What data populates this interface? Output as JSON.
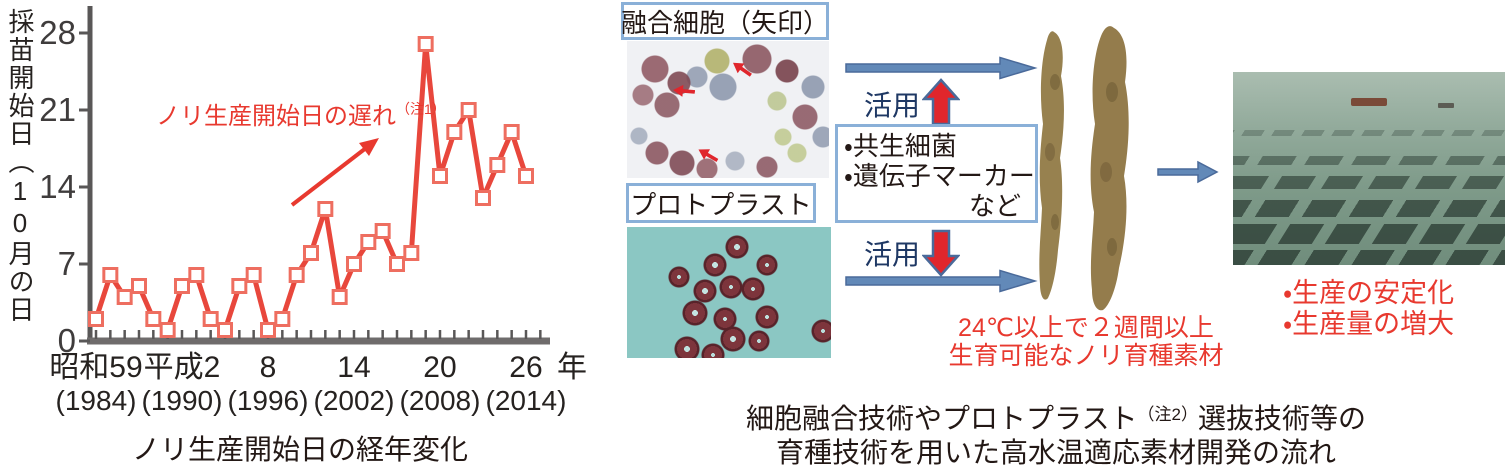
{
  "chart_data": {
    "type": "line",
    "title": "ノリ生産開始日の経年変化",
    "ylabel": "採苗開始日（10月の日付）",
    "x_unit": "年",
    "x": [
      1984,
      1985,
      1986,
      1987,
      1988,
      1989,
      1990,
      1991,
      1992,
      1993,
      1994,
      1995,
      1996,
      1997,
      1998,
      1999,
      2000,
      2001,
      2002,
      2003,
      2004,
      2005,
      2006,
      2007,
      2008,
      2009,
      2010,
      2011,
      2012,
      2013,
      2014
    ],
    "values": [
      2,
      6,
      4,
      5,
      2,
      1,
      5,
      6,
      2,
      1,
      5,
      6,
      1,
      2,
      6,
      8,
      12,
      4,
      7,
      9,
      10,
      7,
      8,
      27,
      15,
      19,
      21,
      13,
      16,
      19,
      15
    ],
    "x_ticks": [
      {
        "label": "昭和59",
        "sub": "(1984)",
        "year": 1984
      },
      {
        "label": "平成2",
        "sub": "(1990)",
        "year": 1990
      },
      {
        "label": "8",
        "sub": "(1996)",
        "year": 1996
      },
      {
        "label": "14",
        "sub": "(2002)",
        "year": 2002
      },
      {
        "label": "20",
        "sub": "(2008)",
        "year": 2008
      },
      {
        "label": "26",
        "sub": "(2014)",
        "year": 2014
      }
    ],
    "y_ticks": [
      0,
      7,
      14,
      21,
      28
    ],
    "ylim": [
      0,
      30
    ],
    "grid": false,
    "legend": "none",
    "annotation": {
      "text": "ノリ生産開始日の遅れ",
      "note": "（注1）"
    },
    "line_color": "#e8473c",
    "marker_color": "#ee6e60",
    "annotation_color": "#e8392f",
    "axis_color": "#595757"
  },
  "diagram": {
    "fused_label": "融合細胞（矢印）",
    "protoplast_label": "プロトプラスト",
    "use_up_label": "活用",
    "use_down_label": "活用",
    "factors": {
      "items": [
        "・共生細菌",
        "・遺伝子マーカー"
      ],
      "suffix": "など"
    },
    "material_line1": "24℃以上で２週間以上",
    "material_line2": "生育可能なノリ育種素材",
    "outcomes": [
      "・生産の安定化",
      "・生産量の増大"
    ],
    "caption": {
      "line1_pre": "細胞融合技術やプロトプラスト",
      "line1_note": "（注2）",
      "line1_post": "選抜技術等の",
      "line2": "育種技術を用いた高水温適応素材開発の流れ"
    },
    "colors": {
      "red": "#e8392f",
      "navy": "#1f3864",
      "flow_arrow_blue": "#6289b8",
      "box_border_blue": "#8ab0d8"
    }
  }
}
